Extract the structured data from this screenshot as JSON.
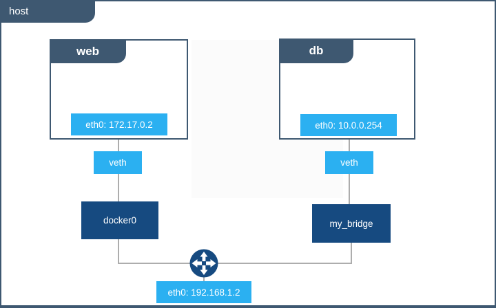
{
  "host": {
    "label": "host",
    "interface": "eth0: 192.168.1.2"
  },
  "containers": [
    {
      "name": "web",
      "interface": "eth0: 172.17.0.2",
      "veth_label": "veth",
      "bridge": "docker0"
    },
    {
      "name": "db",
      "interface": "eth0: 10.0.0.254",
      "veth_label": "veth",
      "bridge": "my_bridge"
    }
  ],
  "icons": {
    "router": "router-crossroads-icon"
  },
  "colors": {
    "slate": "#3E5871",
    "badge_blue": "#2BB0F1",
    "navy": "#164A80",
    "line_gray": "#ADADAD"
  }
}
